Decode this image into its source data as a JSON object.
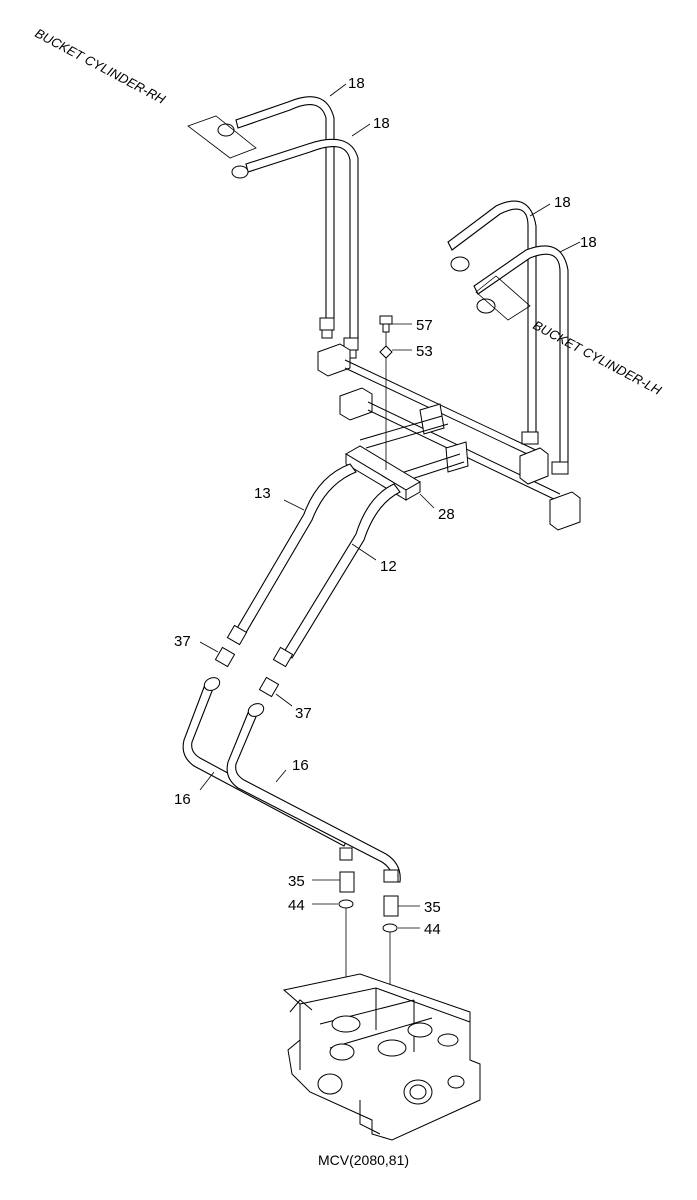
{
  "labels": {
    "bucket_rh": "BUCKET CYLINDER-RH",
    "bucket_lh": "BUCKET CYLINDER-LH",
    "p18": "18",
    "p57": "57",
    "p53": "53",
    "p13": "13",
    "p28": "28",
    "p12": "12",
    "p37": "37",
    "p16": "16",
    "p35": "35",
    "p44": "44",
    "caption": "MCV(2080,81)"
  }
}
